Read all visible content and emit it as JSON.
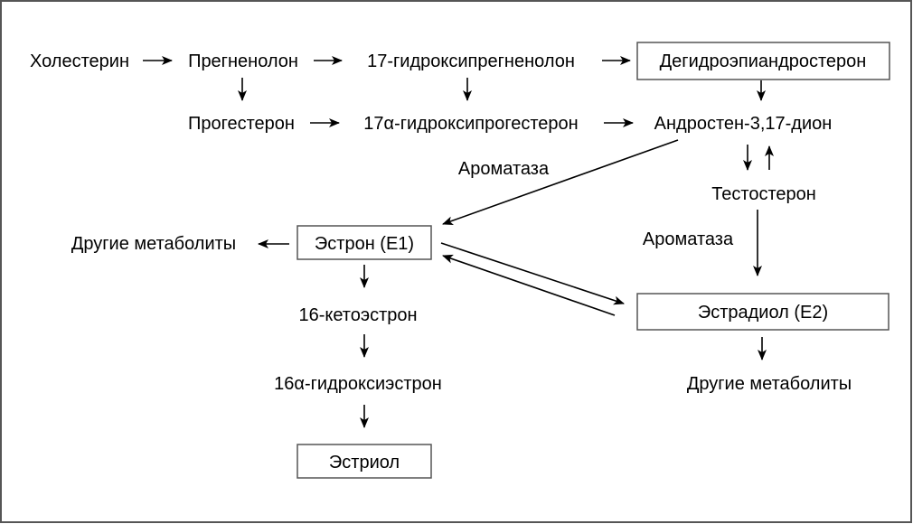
{
  "nodes": {
    "cholesterol": "Холестерин",
    "pregnenolone": "Прегненолон",
    "hydroxypregnenolone": "17-гидроксипрегненолон",
    "dhea": "Дегидроэпиандростерон",
    "progesterone": "Прогестерон",
    "hydroxyprogesterone": "17α-гидроксипрогестерон",
    "androstenedione": "Андростен-3,17-дион",
    "testosterone": "Тестостерон",
    "estrone": "Эстрон (E1)",
    "estradiol": "Эстрадиол (E2)",
    "other_metabolites_left": "Другие метаболиты",
    "other_metabolites_right": "Другие метаболиты",
    "ketoestrone": "16-кетоэстрон",
    "hydroxyestrone": "16α-гидроксиэстрон",
    "estriol": "Эстриол"
  },
  "edge_labels": {
    "aromatase_1": "Ароматаза",
    "aromatase_2": "Ароматаза"
  },
  "colors": {
    "frame": "#555555",
    "line": "#000000"
  }
}
